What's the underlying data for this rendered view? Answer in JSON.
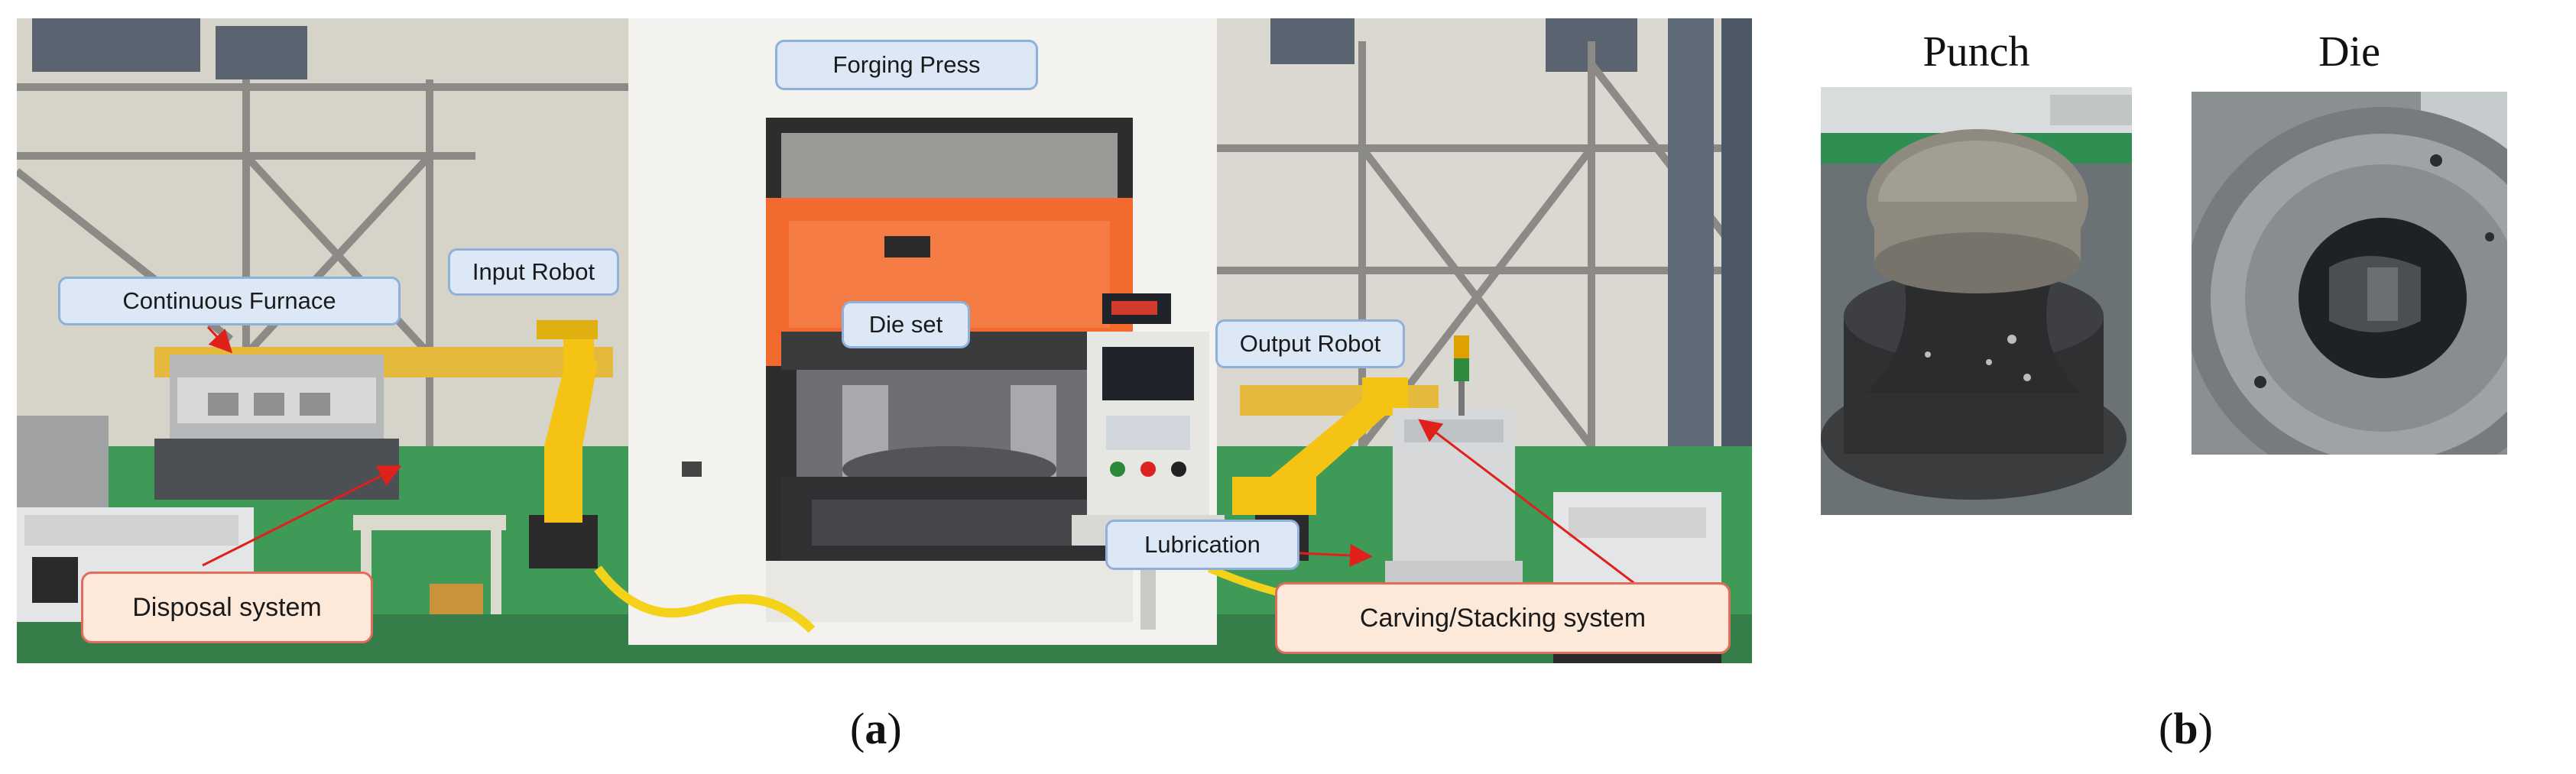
{
  "panel_a": {
    "label_open": "(",
    "label_letter": "a",
    "label_close": ")",
    "callouts": {
      "forging_press": "Forging Press",
      "input_robot": "Input Robot",
      "continuous_furnace": "Continuous Furnace",
      "die_set": "Die set",
      "output_robot": "Output Robot",
      "lubrication": "Lubrication",
      "disposal_system": "Disposal system",
      "carving_stacking_system": "Carving/Stacking system"
    }
  },
  "panel_b": {
    "label_open": "(",
    "label_letter": "b",
    "label_close": ")",
    "punch_title": "Punch",
    "die_title": "Die"
  },
  "colors": {
    "callout_blue_fill": "#dce8f6",
    "callout_blue_border": "#8fb0d8",
    "callout_peach_fill": "#fde9d9",
    "callout_peach_border": "#e26b5a",
    "arrow_red": "#e0201b",
    "press_orange": "#f26a2e",
    "robot_yellow": "#f4c314",
    "floor_green": "#3e9a56"
  }
}
